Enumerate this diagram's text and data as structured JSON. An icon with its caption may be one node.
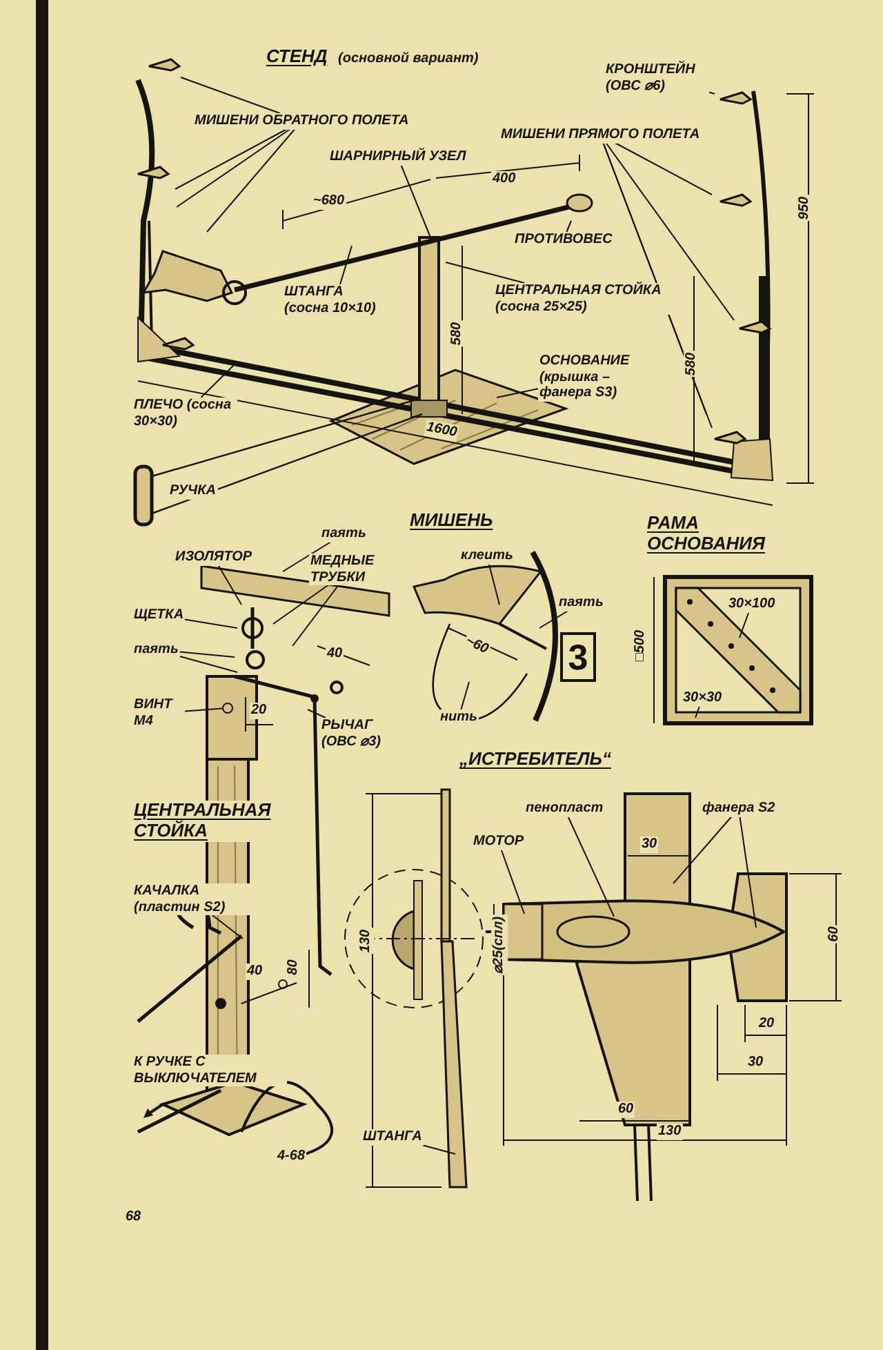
{
  "diagram": {
    "nodes": [
      {
        "text": [
          "МИШЕНИ ОБРАТНОГО ПОЛЕТА"
        ]
      },
      {
        "text": [
          "ШАРНИРНЫЙ УЗЕЛ"
        ]
      },
      {
        "text": [
          "КРОНШТЕЙН (ОВС ⌀6)"
        ]
      },
      {
        "text": [
          "МИШЕНИ ПРЯМОГО ПОЛЕТА"
        ]
      },
      {
        "text": [
          "ПРОТИВОВЕС"
        ]
      },
      {
        "text": [
          "ШТАНГА (сосна 10×10)"
        ]
      },
      {
        "text": [
          "ЦЕНТРАЛЬНАЯ СТОЙКА (сосна 25×25)"
        ]
      },
      {
        "text": [
          "ОСНОВАНИЕ (крышка – фанера S3)"
        ]
      },
      {
        "text": [
          "ПЛЕЧО (сосна 30×30)"
        ]
      },
      {
        "text": [
          "РУЧКА"
        ]
      },
      {
        "text": [
          "паять"
        ]
      },
      {
        "text": [
          "ИЗОЛЯТОР"
        ]
      },
      {
        "text": [
          "МЕДНЫЕ ТРУБКИ"
        ]
      },
      {
        "text": [
          "ЩЕТКА"
        ]
      },
      {
        "text": [
          "паять"
        ]
      },
      {
        "text": [
          "ВИНТ М4"
        ]
      },
      {
        "text": [
          "РЫЧАГ (ОВС ⌀3)"
        ]
      },
      {
        "text": [
          "клеить"
        ]
      },
      {
        "text": [
          "паять"
        ]
      },
      {
        "text": [
          "нить"
        ]
      },
      {
        "text": [
          "3"
        ]
      },
      {
        "text": [
          "30×100"
        ]
      },
      {
        "text": [
          "30×30"
        ]
      },
      {
        "text": [
          "КАЧАЛКА (пластин S2)"
        ]
      },
      {
        "text": [
          "К РУЧКЕ С ВЫКЛЮЧАТЕЛЕМ"
        ]
      },
      {
        "text": [
          "пенопласт"
        ]
      },
      {
        "text": [
          "МОТОР"
        ]
      },
      {
        "text": [
          "фанера S2"
        ]
      },
      {
        "text": [
          "ШТАНГА"
        ]
      },
      {
        "text": [],
        "shape": "circle"
      }
    ],
    "edges": [
      {
        "from": 0,
        "to": null,
        "arrow": "none"
      },
      {
        "from": 0,
        "to": null,
        "arrow": "none"
      },
      {
        "from": 0,
        "to": null,
        "arrow": "none"
      },
      {
        "from": 0,
        "to": null,
        "arrow": "none"
      },
      {
        "from": 1,
        "to": null,
        "arrow": "none"
      },
      {
        "from": 2,
        "to": null,
        "arrow": "none"
      },
      {
        "from": 3,
        "to": null,
        "arrow": "none"
      },
      {
        "from": 3,
        "to": null,
        "arrow": "none"
      },
      {
        "from": 3,
        "to": null,
        "arrow": "none"
      },
      {
        "from": 3,
        "to": null,
        "arrow": "none"
      },
      {
        "from": 4,
        "to": null,
        "arrow": "none"
      },
      {
        "from": 5,
        "to": null,
        "arrow": "none"
      },
      {
        "from": 6,
        "to": null,
        "arrow": "none"
      },
      {
        "from": 7,
        "to": null,
        "arrow": "none"
      },
      {
        "from": 8,
        "to": null,
        "arrow": "none"
      },
      {
        "from": 10,
        "to": null,
        "arrow": "none"
      },
      {
        "from": 11,
        "to": null,
        "arrow": "none"
      },
      {
        "from": 12,
        "to": null,
        "arrow": "none"
      },
      {
        "from": 12,
        "to": null,
        "arrow": "none"
      },
      {
        "from": 13,
        "to": null,
        "arrow": "none"
      },
      {
        "from": 14,
        "to": null,
        "arrow": "none"
      },
      {
        "from": 14,
        "to": null,
        "arrow": "none"
      },
      {
        "from": 15,
        "to": 29,
        "arrow": "none"
      },
      {
        "from": 16,
        "to": null,
        "arrow": "none"
      },
      {
        "from": 17,
        "to": null,
        "arrow": "none"
      },
      {
        "from": 18,
        "to": null,
        "arrow": "none"
      },
      {
        "from": 19,
        "to": null,
        "arrow": "none"
      },
      {
        "from": 21,
        "to": null,
        "arrow": "none"
      },
      {
        "from": 22,
        "to": null,
        "arrow": "none"
      },
      {
        "from": 23,
        "to": null,
        "arrow": "none"
      },
      {
        "from": 25,
        "to": null,
        "arrow": "none"
      },
      {
        "from": 26,
        "to": null,
        "arrow": "none"
      },
      {
        "from": 27,
        "to": null,
        "arrow": "none"
      },
      {
        "from": 27,
        "to": null,
        "arrow": "none"
      },
      {
        "from": 28,
        "to": null,
        "arrow": "none"
      }
    ],
    "labels": [
      "СТЕНД",
      "(основной вариант)",
      "~680",
      "400",
      "580",
      "950",
      "580",
      "1600",
      "40",
      "20",
      "МИШЕНЬ",
      "~60",
      "РАМА ОСНОВАНИЯ",
      "□500",
      "„ИСТРЕБИТЕЛЬ“",
      "ЦЕНТРАЛЬНАЯ СТОЙКА",
      "130",
      "40",
      "80",
      "30",
      "⌀25(спл)",
      "60",
      "20",
      "30",
      "60",
      "130",
      "4-68",
      "68"
    ]
  }
}
